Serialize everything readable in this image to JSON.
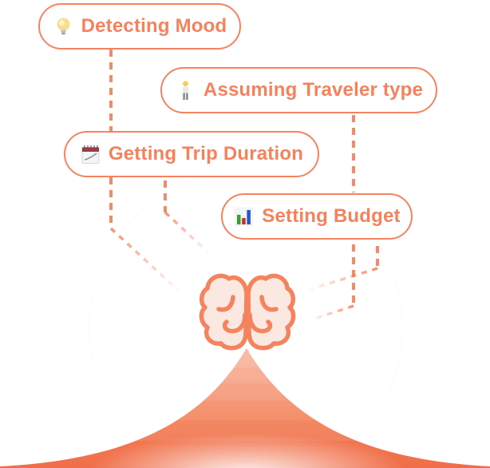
{
  "illustration": {
    "description": "AI travel planner thinking illustration",
    "steps": [
      {
        "icon": "lightbulb-icon",
        "emoji": "💡",
        "label": "Detecting Mood"
      },
      {
        "icon": "traveler-icon",
        "emoji": "🧍",
        "label": "Assuming Traveler type"
      },
      {
        "icon": "calendar-icon",
        "emoji": "🗓️",
        "label": "Getting Trip Duration"
      },
      {
        "icon": "bar-chart-icon",
        "emoji": "📊",
        "label": "Setting Budget"
      }
    ],
    "center_icon": "brain-icon",
    "colors": {
      "accent": "#F5835F",
      "label_text": "#F5825C",
      "pill_background": "#FFFFFF",
      "dash": "#F2815B",
      "brain_stroke": "#F4835E",
      "brain_fill": "#FBE9E1",
      "mountain_top": "#F9A384",
      "mountain_mid": "#F4815A",
      "mountain_bottom": "#EF6E49",
      "circle_fill": "#FFFFFF"
    }
  }
}
